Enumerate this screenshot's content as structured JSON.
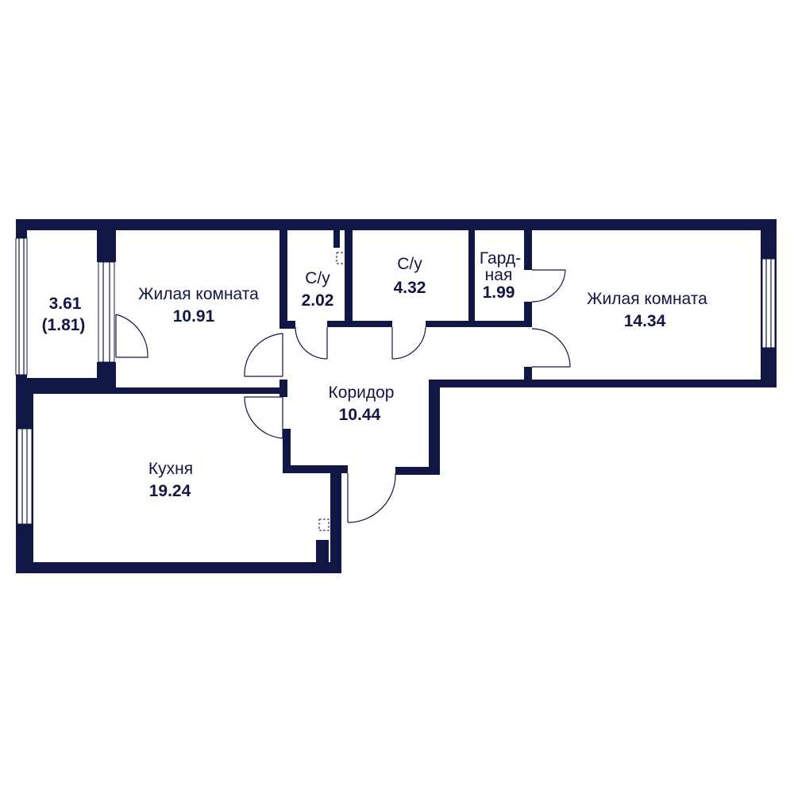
{
  "colors": {
    "wall": "#111744",
    "text": "#111744",
    "background": "#ffffff",
    "line": "#111744"
  },
  "rooms": {
    "balcony": {
      "area": "3.61",
      "area_reduced": "(1.81)"
    },
    "living_left": {
      "name": "Жилая комната",
      "area": "10.91"
    },
    "bath_small": {
      "name": "С/у",
      "area": "2.02"
    },
    "bath_large": {
      "name": "С/у",
      "area": "4.32"
    },
    "wardrobe": {
      "name_line1": "Гард-",
      "name_line2": "ная",
      "area": "1.99"
    },
    "living_right": {
      "name": "Жилая комната",
      "area": "14.34"
    },
    "corridor": {
      "name": "Коридор",
      "area": "10.44"
    },
    "kitchen": {
      "name": "Кухня",
      "area": "19.24"
    }
  }
}
